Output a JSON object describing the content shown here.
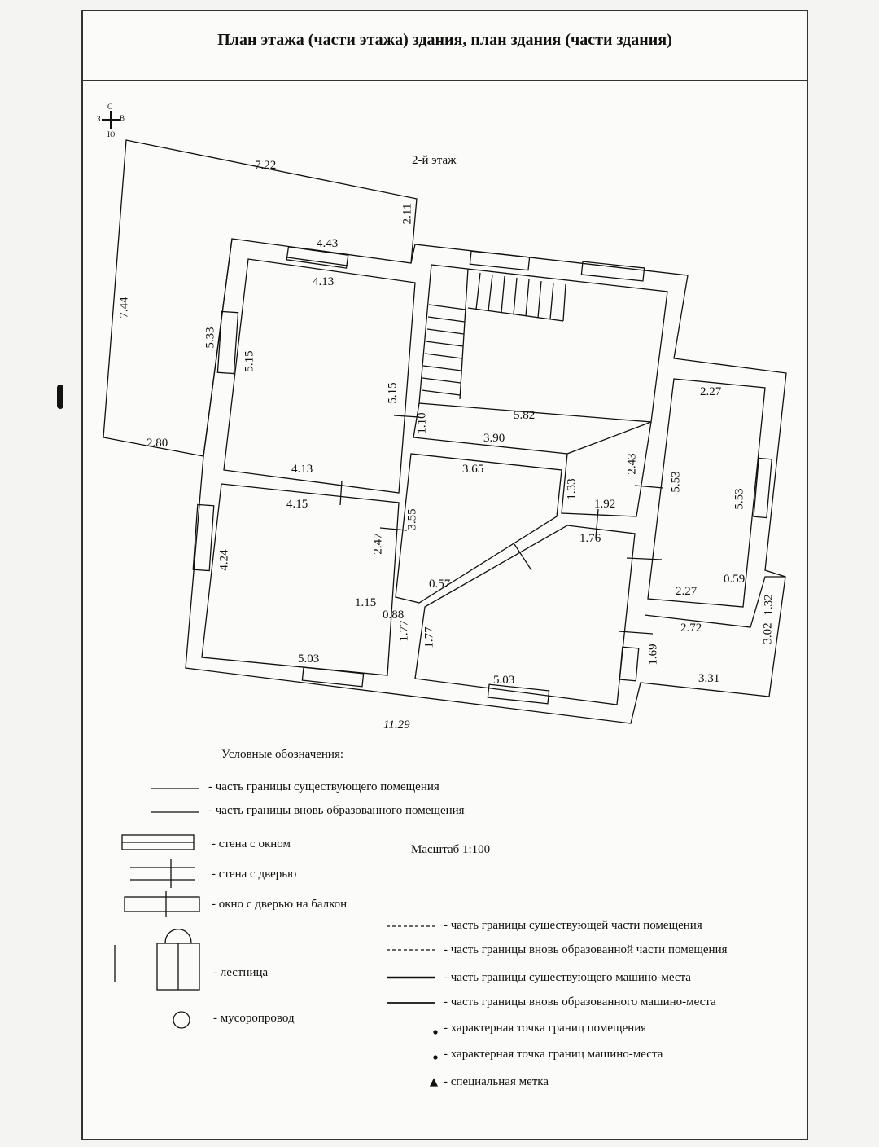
{
  "title": "План этажа (части этажа) здания, план здания (части здания)",
  "floor_label": "2-й этаж",
  "compass": {
    "n": "С",
    "s": "Ю",
    "w": "З",
    "e": "В"
  },
  "dimensions": {
    "balcony_top": "7.22",
    "balcony_right": "2.11",
    "balcony_left": "7.44",
    "balcony_bottom": "2.80",
    "r1_outer_top": "4.43",
    "r1_inner_top": "4.13",
    "r1_outer_left": "5.33",
    "r1_inner_left": "5.15",
    "r1_right": "5.15",
    "r1_bottom": "4.13",
    "door_110": "1.10",
    "hall_582": "5.82",
    "hall_390": "3.90",
    "hall_243": "2.43",
    "hall_133": "1.33",
    "hall_192": "1.92",
    "hall_176": "1.76",
    "c_365": "3.65",
    "c_355": "3.55",
    "c_057": "0.57",
    "r2_top": "4.15",
    "r2_left": "4.24",
    "r2_right": "2.47",
    "r2_115": "1.15",
    "r2_088": "0.88",
    "r2_177": "1.77",
    "r2_bottom": "5.03",
    "r3_177": "1.77",
    "r3_bottom": "5.03",
    "r4_top": "2.27",
    "r4_left": "5.53",
    "r4_right": "5.53",
    "r4_bottom": "2.27",
    "r4_059": "0.59",
    "b2_272": "2.72",
    "b2_169": "1.69",
    "b2_331": "3.31",
    "b2_132": "1.32",
    "b2_302": "3.02",
    "overall": "11.29"
  },
  "legend": {
    "heading": "Условные обозначения:",
    "scale": "Масштаб 1:100",
    "items": [
      "- часть границы существующего помещения",
      "- часть границы вновь образованного помещения",
      "- стена с окном",
      "- стена с дверью",
      "- окно с дверью на балкон",
      "- лестница",
      "- мусоропровод",
      "- часть границы существующей части помещения",
      "- часть границы вновь образованной части помещения",
      "- часть границы существующего машино-места",
      "- часть границы вновь образованного машино-места",
      "- характерная точка границ помещения",
      "- характерная точка границ машино-места",
      "- специальная метка"
    ]
  }
}
